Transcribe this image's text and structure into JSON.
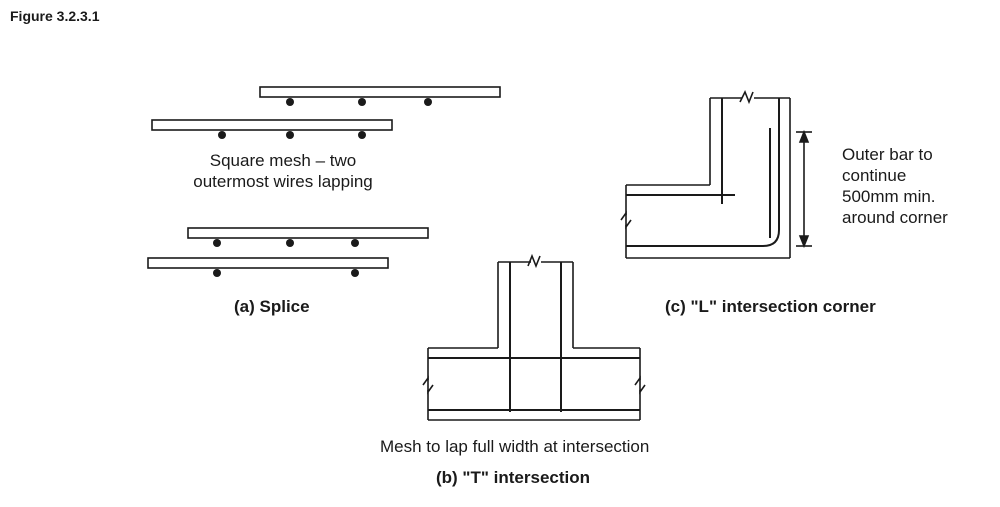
{
  "figure_title": "Figure 3.2.3.1",
  "splice": {
    "note_line1": "Square mesh – two",
    "note_line2": "outermost wires lapping",
    "caption": "(a) Splice"
  },
  "t_intersection": {
    "note": "Mesh to lap full width at intersection",
    "caption": "(b) \"T\" intersection"
  },
  "l_intersection": {
    "note_line1": "Outer bar to",
    "note_line2": "continue",
    "note_line3": "500mm min.",
    "note_line4": "around corner",
    "caption": "(c) \"L\" intersection corner"
  },
  "colors": {
    "line": "#1a1a1a",
    "background": "#ffffff"
  }
}
